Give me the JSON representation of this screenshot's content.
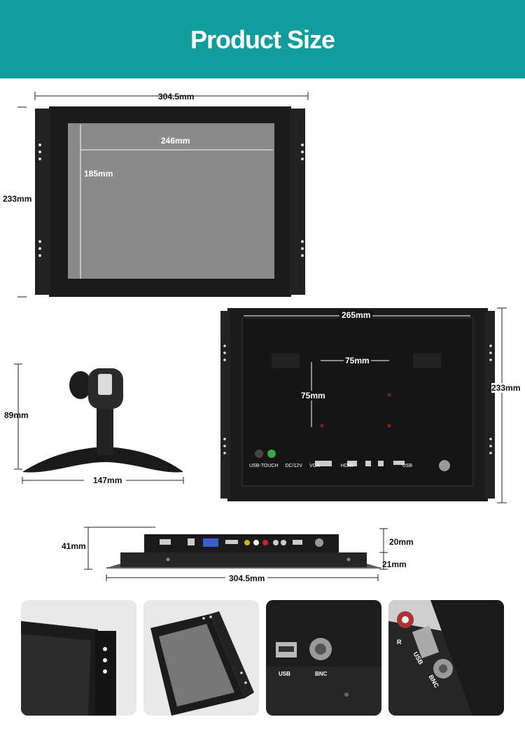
{
  "header": {
    "title": "Product Size"
  },
  "front_view": {
    "width_label": "304.5mm",
    "height_label": "233mm",
    "screen_width_label": "246mm",
    "screen_height_label": "185mm"
  },
  "stand": {
    "height_label": "89mm",
    "width_label": "147mm"
  },
  "rear_view": {
    "width_label": "265mm",
    "height_label": "233mm",
    "vesa_h_label": "75mm",
    "vesa_v_label": "75mm",
    "port_labels": [
      "USB-TOUCH",
      "DC/12V",
      "VGA",
      "HDMI",
      "USB"
    ]
  },
  "side_view": {
    "total_depth_label": "41mm",
    "top_depth_label": "20mm",
    "bottom_depth_label": "21mm",
    "width_label": "304.5mm"
  },
  "detail_photos": {
    "photo3_labels": [
      "USB",
      "BNC"
    ],
    "photo4_labels": [
      "R",
      "USB",
      "BNC"
    ]
  }
}
